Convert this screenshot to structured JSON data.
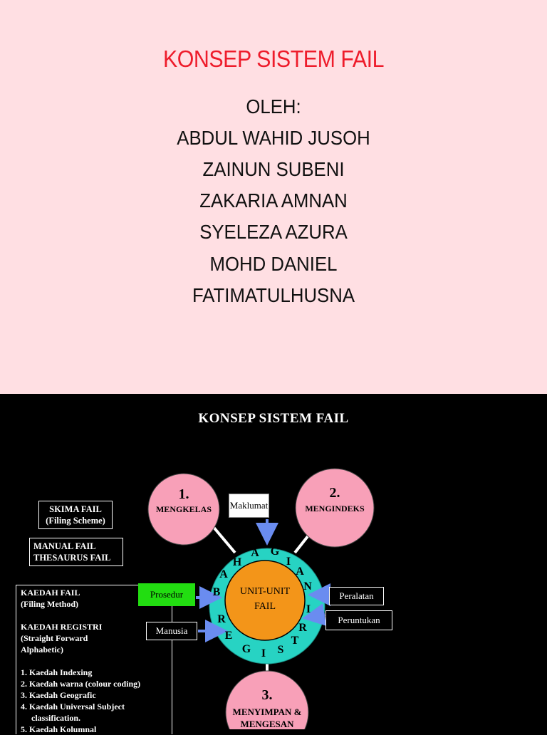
{
  "slide1": {
    "title": "KONSEP SISTEM FAIL",
    "lines": [
      "OLEH:",
      "ABDUL WAHID JUSOH",
      "ZAINUN SUBENI",
      "ZAKARIA AMNAN",
      "SYELEZA AZURA",
      "MOHD DANIEL",
      "FATIMATULHUSNA"
    ],
    "colors": {
      "background": "#FFDFE3",
      "title": "#EE1C2B"
    }
  },
  "slide2": {
    "title": "KONSEP SISTEM FAIL",
    "left_boxes": {
      "skima": [
        "SKIMA FAIL",
        "(Filing Scheme)"
      ],
      "manual": [
        "MANUAL FAIL",
        "THESAURUS FAIL"
      ]
    },
    "panel": {
      "kaedah_fail": [
        "KAEDAH FAIL",
        "(Filing Method)"
      ],
      "kaedah_registri": [
        "KAEDAH REGISTRI",
        "(Straight Forward",
        "Alphabetic)"
      ],
      "items": [
        "1.  Kaedah Indexing",
        "2.  Kaedah warna (colour coding)",
        "3.  Kaedah Geografic",
        "4.  Kaedah Universal Subject",
        "     classification.",
        "5.  Kaedah Kolumnal"
      ]
    },
    "nodes": {
      "n1": {
        "num": "1.",
        "label": "MENGKELAS"
      },
      "n2": {
        "num": "2.",
        "label": "MENGINDEKS"
      },
      "n3": {
        "num": "3.",
        "label": "MENYIMPAN &",
        "label2": "MENGESAN"
      }
    },
    "center": {
      "line1": "UNIT-UNIT",
      "line2": "FAIL"
    },
    "ring_letters": [
      "B",
      "A",
      "H",
      "A",
      "G",
      "I",
      "A",
      "N",
      "I",
      "R",
      "T",
      "S",
      "I",
      "G",
      "E",
      "R"
    ],
    "inputs": {
      "maklumat": "Maklumat",
      "prosedur": "Prosedur",
      "manusia": "Manusia",
      "peralatan": "Peralatan",
      "peruntukan": "Peruntukan"
    },
    "colors": {
      "pink": "#F8A0B8",
      "orange": "#F39519",
      "teal": "#27D3C3",
      "green": "#22DD11",
      "arrow": "#6A8CF0"
    }
  }
}
